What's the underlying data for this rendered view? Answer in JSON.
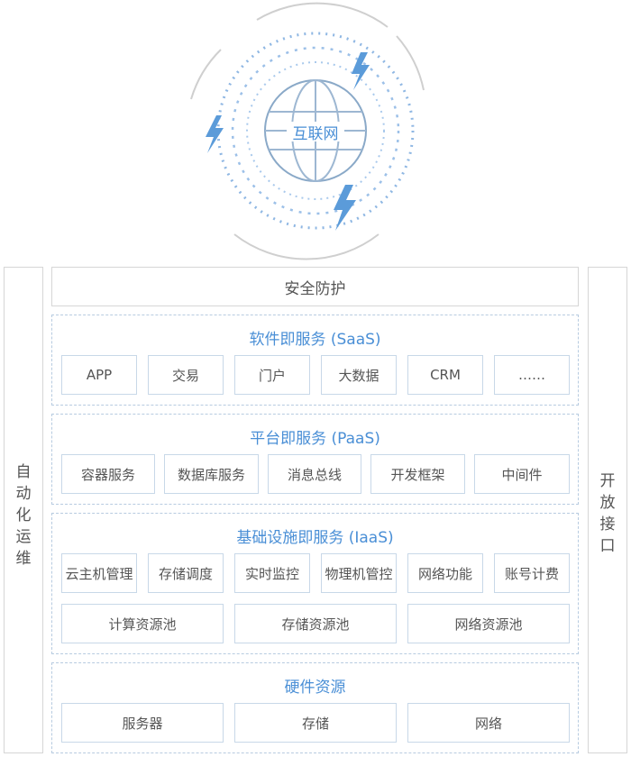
{
  "internet": {
    "label": "互联网"
  },
  "security": {
    "label": "安全防护"
  },
  "saas": {
    "title": "软件即服务 (SaaS)",
    "items": [
      "APP",
      "交易",
      "门户",
      "大数据",
      "CRM",
      "……"
    ]
  },
  "paas": {
    "title": "平台即服务 (PaaS)",
    "items": [
      "容器服务",
      "数据库服务",
      "消息总线",
      "开发框架",
      "中间件"
    ]
  },
  "iaas": {
    "title": "基础设施即服务 (IaaS)",
    "items": [
      "云主机管理",
      "存储调度",
      "实时监控",
      "物理机管控",
      "网络功能",
      "账号计费"
    ],
    "pools": [
      "计算资源池",
      "存储资源池",
      "网络资源池"
    ]
  },
  "hardware": {
    "title": "硬件资源",
    "items": [
      "服务器",
      "存储",
      "网络"
    ]
  },
  "side": {
    "left": [
      "自",
      "动",
      "化",
      "运",
      "维"
    ],
    "right": [
      "开",
      "放",
      "接",
      "口"
    ]
  },
  "colors": {
    "accent": "#4a8fd6",
    "bolt": "#5b9bd9",
    "border": "#d6d6d6"
  }
}
